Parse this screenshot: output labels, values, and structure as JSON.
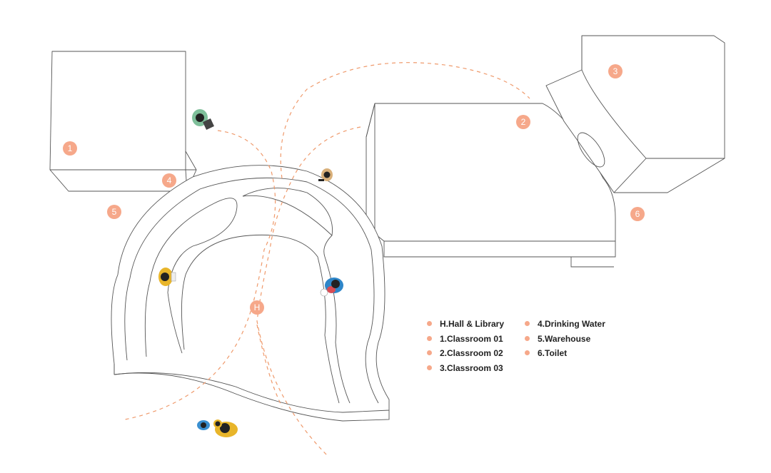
{
  "accent_color": "#f6a88a",
  "path_color": "#ef9a6c",
  "markers": [
    {
      "label": "1"
    },
    {
      "label": "2"
    },
    {
      "label": "3"
    },
    {
      "label": "4"
    },
    {
      "label": "5"
    },
    {
      "label": "6"
    },
    {
      "label": "H"
    }
  ],
  "legend": {
    "column_1": [
      {
        "label": "H.Hall & Library"
      },
      {
        "label": "1.Classroom 01"
      },
      {
        "label": "2.Classroom 02"
      },
      {
        "label": "3.Classroom 03"
      }
    ],
    "column_2": [
      {
        "label": "4.Drinking Water"
      },
      {
        "label": "5.Warehouse"
      },
      {
        "label": "6.Toilet"
      }
    ]
  }
}
